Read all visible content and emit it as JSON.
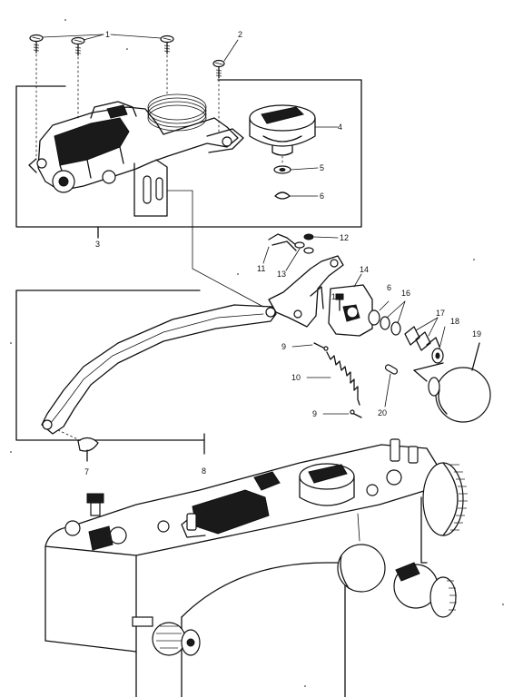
{
  "callouts": {
    "c1": "1",
    "c2": "2",
    "c3": "3",
    "c4": "4",
    "c5": "5",
    "c6": "6",
    "c6b": "6",
    "c7": "7",
    "c8": "8",
    "c9a": "9",
    "c9b": "9",
    "c10": "10",
    "c11": "11",
    "c12": "12",
    "c13": "13",
    "c14": "14",
    "c15": "15",
    "c16": "16",
    "c17": "17",
    "c18": "18",
    "c19": "19",
    "c20": "20"
  },
  "colors": {
    "ink": "#111111",
    "paper": "#ffffff"
  }
}
